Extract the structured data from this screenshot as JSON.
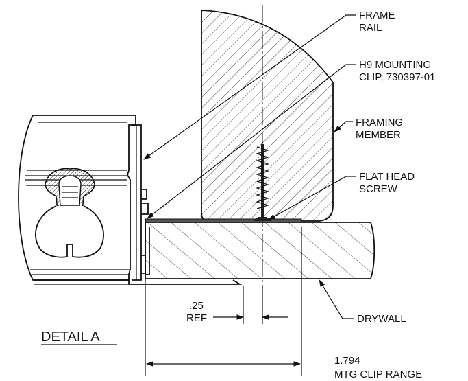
{
  "labels": {
    "frame_rail": [
      "FRAME",
      "RAIL"
    ],
    "mounting_clip": [
      "H9 MOUNTING",
      "CLIP, 730397-01"
    ],
    "framing_member": [
      "FRAMING",
      "MEMBER"
    ],
    "flat_head_screw": [
      "FLAT HEAD",
      "SCREW"
    ],
    "drywall": "DRYWALL",
    "detail_title": "DETAIL A"
  },
  "dimensions": {
    "ref": {
      "value": ".25",
      "note": "REF"
    },
    "clip_range": {
      "value": "1.794",
      "note": "MTG CLIP RANGE"
    }
  }
}
